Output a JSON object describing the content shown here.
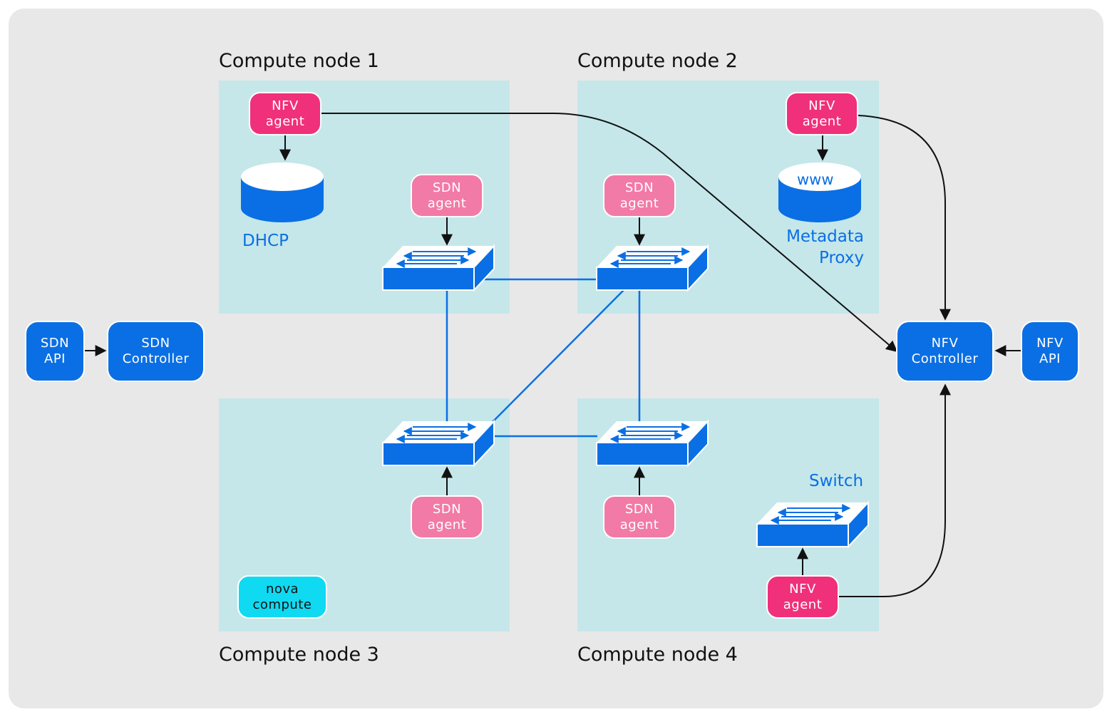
{
  "nodes": [
    {
      "title": "Compute node 1"
    },
    {
      "title": "Compute node 2"
    },
    {
      "title": "Compute node 3"
    },
    {
      "title": "Compute node 4"
    }
  ],
  "labels": {
    "nfv_agent": "NFV\nagent",
    "sdn_agent": "SDN\nagent",
    "dhcp": "DHCP",
    "www": "www",
    "metadata_proxy": "Metadata\nProxy",
    "switch": "Switch",
    "nova_compute": "nova\ncompute",
    "sdn_api": "SDN\nAPI",
    "sdn_controller": "SDN\nController",
    "nfv_controller": "NFV\nController",
    "nfv_api": "NFV\nAPI"
  },
  "colors": {
    "background": "#e8e8e8",
    "node_fill": "#c5e7ea",
    "nfv_agent": "#f0307a",
    "sdn_agent": "#f27aa6",
    "blue": "#0a6fe4",
    "nova": "#10d9f2"
  }
}
